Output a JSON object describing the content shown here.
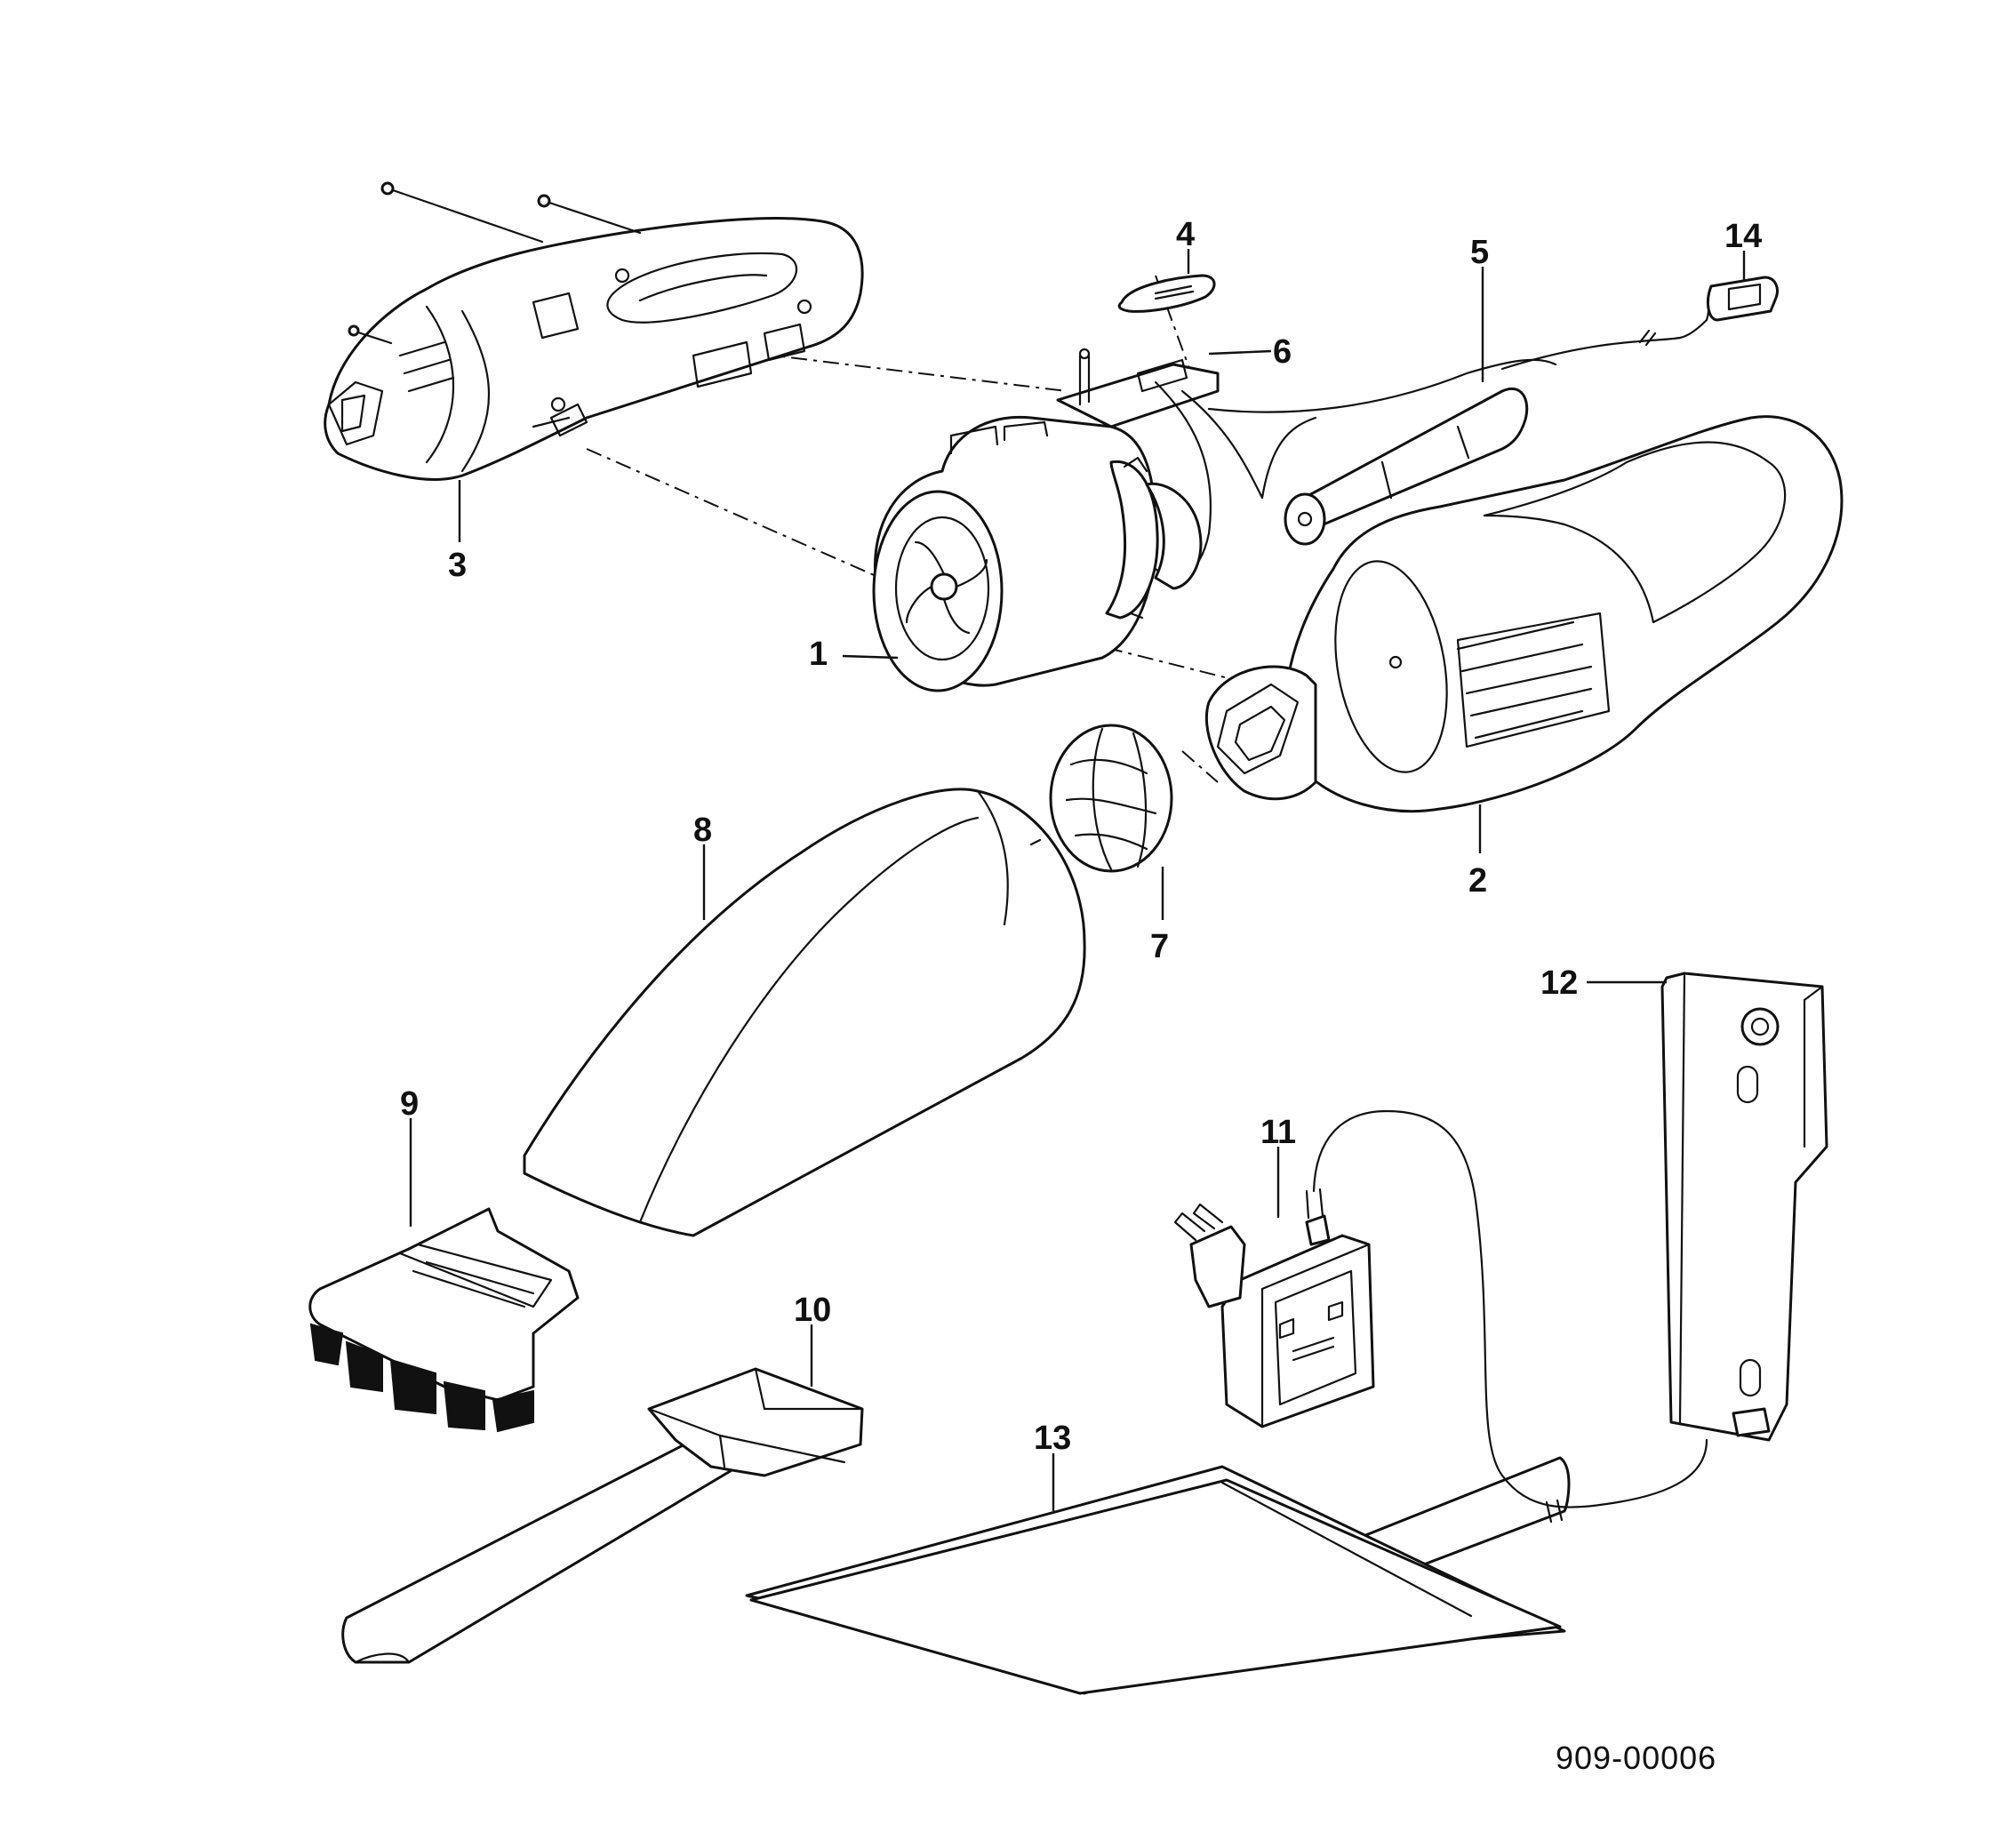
{
  "diagram": {
    "drawing_number": "909-00006",
    "callouts": [
      "1",
      "2",
      "3",
      "4",
      "5",
      "6",
      "7",
      "8",
      "9",
      "10",
      "11",
      "12",
      "13",
      "14"
    ]
  }
}
